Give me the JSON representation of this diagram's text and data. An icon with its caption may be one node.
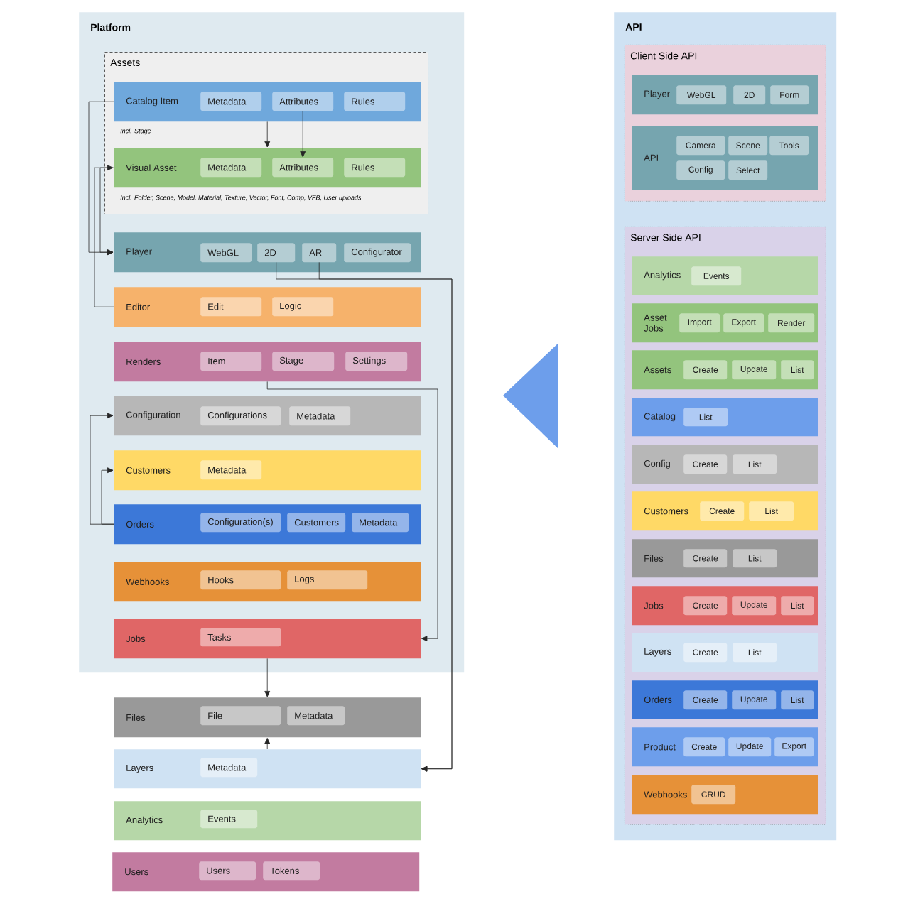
{
  "diagram": {
    "nodes": [
      {
        "text": [
          "Platform"
        ]
      },
      {
        "text": [
          "Assets"
        ],
        "in": 0
      },
      {
        "text": [
          "Catalog Item"
        ],
        "in": 1,
        "beside": [
          "Incl. Stage"
        ]
      },
      {
        "text": [
          "Metadata"
        ],
        "in": 2
      },
      {
        "text": [
          "Attributes"
        ],
        "in": 2
      },
      {
        "text": [
          "Rules"
        ],
        "in": 2
      },
      {
        "text": [
          "Visual Asset"
        ],
        "in": 1,
        "beside": [
          "Incl. Folder, Scene, Model, Material, Texture, Vector, Font, Comp, VFB, User uploads"
        ]
      },
      {
        "text": [
          "Metadata"
        ],
        "in": 6
      },
      {
        "text": [
          "Attributes"
        ],
        "in": 6
      },
      {
        "text": [
          "Rules"
        ],
        "in": 6
      },
      {
        "text": [
          "Player"
        ],
        "in": 0
      },
      {
        "text": [
          "WebGL"
        ],
        "in": 10
      },
      {
        "text": [
          "2D"
        ],
        "in": 10
      },
      {
        "text": [
          "AR"
        ],
        "in": 10
      },
      {
        "text": [
          "Configurator"
        ],
        "in": 10
      },
      {
        "text": [
          "Editor"
        ],
        "in": 0
      },
      {
        "text": [
          "Edit"
        ],
        "in": 15
      },
      {
        "text": [
          "Logic"
        ],
        "in": 15
      },
      {
        "text": [
          "Renders"
        ],
        "in": 0
      },
      {
        "text": [
          "Item"
        ],
        "in": 18
      },
      {
        "text": [
          "Stage"
        ],
        "in": 18
      },
      {
        "text": [
          "Settings"
        ],
        "in": 18
      },
      {
        "text": [
          "Configuration"
        ],
        "in": 0
      },
      {
        "text": [
          "Configurations"
        ],
        "in": 22
      },
      {
        "text": [
          "Metadata"
        ],
        "in": 22
      },
      {
        "text": [
          "Customers"
        ],
        "in": 0
      },
      {
        "text": [
          "Metadata"
        ],
        "in": 25
      },
      {
        "text": [
          "Orders"
        ],
        "in": 0
      },
      {
        "text": [
          "Configuration(s)"
        ],
        "in": 27
      },
      {
        "text": [
          "Customers"
        ],
        "in": 27
      },
      {
        "text": [
          "Metadata"
        ],
        "in": 27
      },
      {
        "text": [
          "Webhooks"
        ],
        "in": 0
      },
      {
        "text": [
          "Hooks"
        ],
        "in": 31
      },
      {
        "text": [
          "Logs"
        ],
        "in": 31
      },
      {
        "text": [
          "Jobs"
        ],
        "in": 0
      },
      {
        "text": [
          "Tasks"
        ],
        "in": 34
      },
      {
        "text": [
          "Files"
        ]
      },
      {
        "text": [
          "File"
        ],
        "in": 36
      },
      {
        "text": [
          "Metadata"
        ],
        "in": 36
      },
      {
        "text": [
          "Layers"
        ]
      },
      {
        "text": [
          "Metadata"
        ],
        "in": 39
      },
      {
        "text": [
          "Analytics"
        ]
      },
      {
        "text": [
          "Events"
        ],
        "in": 41
      },
      {
        "text": [
          "Users"
        ]
      },
      {
        "text": [
          "Users"
        ],
        "in": 43
      },
      {
        "text": [
          "Tokens"
        ],
        "in": 43
      },
      {
        "text": [
          "API"
        ]
      },
      {
        "text": [
          "Client Side API"
        ],
        "in": 46
      },
      {
        "text": [
          "Player"
        ],
        "in": 47
      },
      {
        "text": [
          "WebGL"
        ],
        "in": 48
      },
      {
        "text": [
          "2D"
        ],
        "in": 48
      },
      {
        "text": [
          "Form"
        ],
        "in": 48
      },
      {
        "text": [
          "API"
        ],
        "in": 47
      },
      {
        "text": [
          "Camera"
        ],
        "in": 52
      },
      {
        "text": [
          "Scene"
        ],
        "in": 52
      },
      {
        "text": [
          "Tools"
        ],
        "in": 52
      },
      {
        "text": [
          "Config"
        ],
        "in": 52
      },
      {
        "text": [
          "Select"
        ],
        "in": 52
      },
      {
        "text": [
          "Server Side API"
        ],
        "in": 46
      },
      {
        "text": [
          "Analytics"
        ],
        "in": 58
      },
      {
        "text": [
          "Events"
        ],
        "in": 59
      },
      {
        "text": [
          "Asset Jobs"
        ],
        "in": 58
      },
      {
        "text": [
          "Import"
        ],
        "in": 61
      },
      {
        "text": [
          "Export"
        ],
        "in": 61
      },
      {
        "text": [
          "Render"
        ],
        "in": 61
      },
      {
        "text": [
          "Assets"
        ],
        "in": 58
      },
      {
        "text": [
          "Create"
        ],
        "in": 65
      },
      {
        "text": [
          "Update"
        ],
        "in": 65
      },
      {
        "text": [
          "List"
        ],
        "in": 65
      },
      {
        "text": [
          "Catalog"
        ],
        "in": 58
      },
      {
        "text": [
          "List"
        ],
        "in": 69
      },
      {
        "text": [
          "Config"
        ],
        "in": 58
      },
      {
        "text": [
          "Create"
        ],
        "in": 71
      },
      {
        "text": [
          "List"
        ],
        "in": 71
      },
      {
        "text": [
          "Customers"
        ],
        "in": 58
      },
      {
        "text": [
          "Create"
        ],
        "in": 74
      },
      {
        "text": [
          "List"
        ],
        "in": 74
      },
      {
        "text": [
          "Files"
        ],
        "in": 58
      },
      {
        "text": [
          "Create"
        ],
        "in": 77
      },
      {
        "text": [
          "List"
        ],
        "in": 77
      },
      {
        "text": [
          "Jobs"
        ],
        "in": 58
      },
      {
        "text": [
          "Create"
        ],
        "in": 80
      },
      {
        "text": [
          "Update"
        ],
        "in": 80
      },
      {
        "text": [
          "List"
        ],
        "in": 80
      },
      {
        "text": [
          "Layers"
        ],
        "in": 58
      },
      {
        "text": [
          "Create"
        ],
        "in": 84
      },
      {
        "text": [
          "List"
        ],
        "in": 84
      },
      {
        "text": [
          "Orders"
        ],
        "in": 58
      },
      {
        "text": [
          "Create"
        ],
        "in": 87
      },
      {
        "text": [
          "Update"
        ],
        "in": 87
      },
      {
        "text": [
          "List"
        ],
        "in": 87
      },
      {
        "text": [
          "Product"
        ],
        "in": 58
      },
      {
        "text": [
          "Create"
        ],
        "in": 91
      },
      {
        "text": [
          "Update"
        ],
        "in": 91
      },
      {
        "text": [
          "Export"
        ],
        "in": 91
      },
      {
        "text": [
          "Webhooks"
        ],
        "in": 58
      },
      {
        "text": [
          "CRUD"
        ],
        "in": 95
      }
    ],
    "edges": [
      {
        "from": 2,
        "to": 10,
        "arrow": "to"
      },
      {
        "from": 15,
        "to": 6,
        "arrow": "to"
      },
      {
        "from": 6,
        "to": 10,
        "arrow": "to"
      },
      {
        "from": 2,
        "to": 6,
        "arrow": "to"
      },
      {
        "from": 4,
        "to": 8,
        "arrow": "to"
      },
      {
        "from": 12,
        "to": 39,
        "arrow": "to"
      },
      {
        "from": 13,
        "to": 39,
        "arrow": "to"
      },
      {
        "from": 18,
        "to": 34,
        "arrow": "to"
      },
      {
        "from": 27,
        "to": 22,
        "arrow": "to"
      },
      {
        "from": 27,
        "to": 25,
        "arrow": "to"
      },
      {
        "from": 34,
        "to": 36,
        "arrow": "to"
      },
      {
        "from": 39,
        "to": 36,
        "arrow": "to"
      }
    ]
  }
}
